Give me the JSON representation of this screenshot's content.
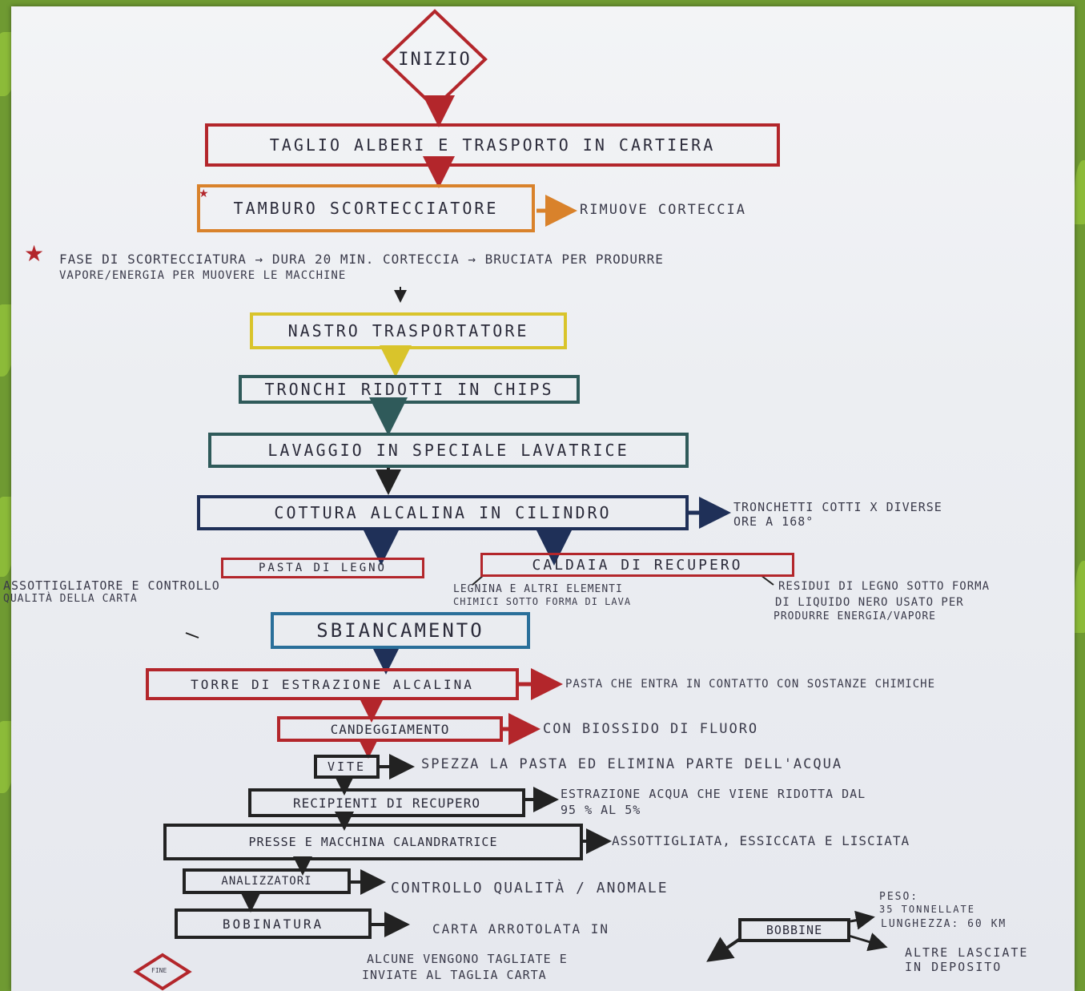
{
  "colors": {
    "red": "#b3262b",
    "orange": "#d9822b",
    "yellow": "#d9c42b",
    "teal": "#2f5a5a",
    "navy": "#1f3058",
    "black": "#222222",
    "blue": "#2a6f9a"
  },
  "start": "INIZIO",
  "boxes": {
    "b1": "TAGLIO ALBERI E TRASPORTO IN CARTIERA",
    "b2": "TAMBURO SCORTECCIATORE",
    "b3": "NASTRO TRASPORTATORE",
    "b4": "TRONCHI RIDOTTI IN CHIPS",
    "b5": "LAVAGGIO IN SPECIALE LAVATRICE",
    "b6": "COTTURA ALCALINA IN CILINDRO",
    "b7": "PASTA DI LEGNO",
    "b8": "CALDAIA DI RECUPERO",
    "b9": "SBIANCAMENTO",
    "b10": "TORRE DI ESTRAZIONE ALCALINA",
    "b11": "CANDEGGIAMENTO",
    "b12": "VITE",
    "b13": "RECIPIENTI DI RECUPERO",
    "b14": "PRESSE E MACCHINA CALANDRATRICE",
    "b15": "ANALIZZATORI",
    "b16": "BOBINATURA",
    "b17": "BOBBINE"
  },
  "notes": {
    "n1": "RIMUOVE CORTECCIA",
    "n2a": "FASE DI SCORTECCIATURA → DURA 20 MIN.   CORTECCIA → BRUCIATA PER PRODURRE",
    "n2b": "VAPORE/ENERGIA PER MUOVERE LE MACCHINE",
    "n3a": "TRONCHETTI COTTI X DIVERSE",
    "n3b": "ORE A 168°",
    "n4a": "ASSOTTIGLIATORE E CONTROLLO",
    "n4b": "QUALITÀ DELLA CARTA",
    "n5a": "LEGNINA E ALTRI ELEMENTI",
    "n5b": "CHIMICI SOTTO FORMA DI LAVA",
    "n6a": "RESIDUI DI LEGNO SOTTO FORMA",
    "n6b": "DI LIQUIDO NERO USATO PER",
    "n6c": "PRODURRE ENERGIA/VAPORE",
    "n7": "PASTA CHE ENTRA IN CONTATTO CON SOSTANZE CHIMICHE",
    "n8": "CON BIOSSIDO DI FLUORO",
    "n9": "SPEZZA LA PASTA ED ELIMINA PARTE DELL'ACQUA",
    "n10a": "ESTRAZIONE ACQUA CHE VIENE RIDOTTA DAL",
    "n10b": "95 % AL 5%",
    "n11": "ASSOTTIGLIATA, ESSICCATA E LISCIATA",
    "n12": "CONTROLLO QUALITÀ / ANOMALE",
    "n13": "CARTA ARROTOLATA IN",
    "n14a": "PESO:",
    "n14b": "35 TONNELLATE",
    "n14c": "LUNGHEZZA: 60 KM",
    "n15a": "ALTRE LASCIATE",
    "n15b": "IN DEPOSITO",
    "n16a": "ALCUNE VENGONO TAGLIATE E",
    "n16b": "INVIATE AL TAGLIA CARTA",
    "end": "FINE"
  }
}
